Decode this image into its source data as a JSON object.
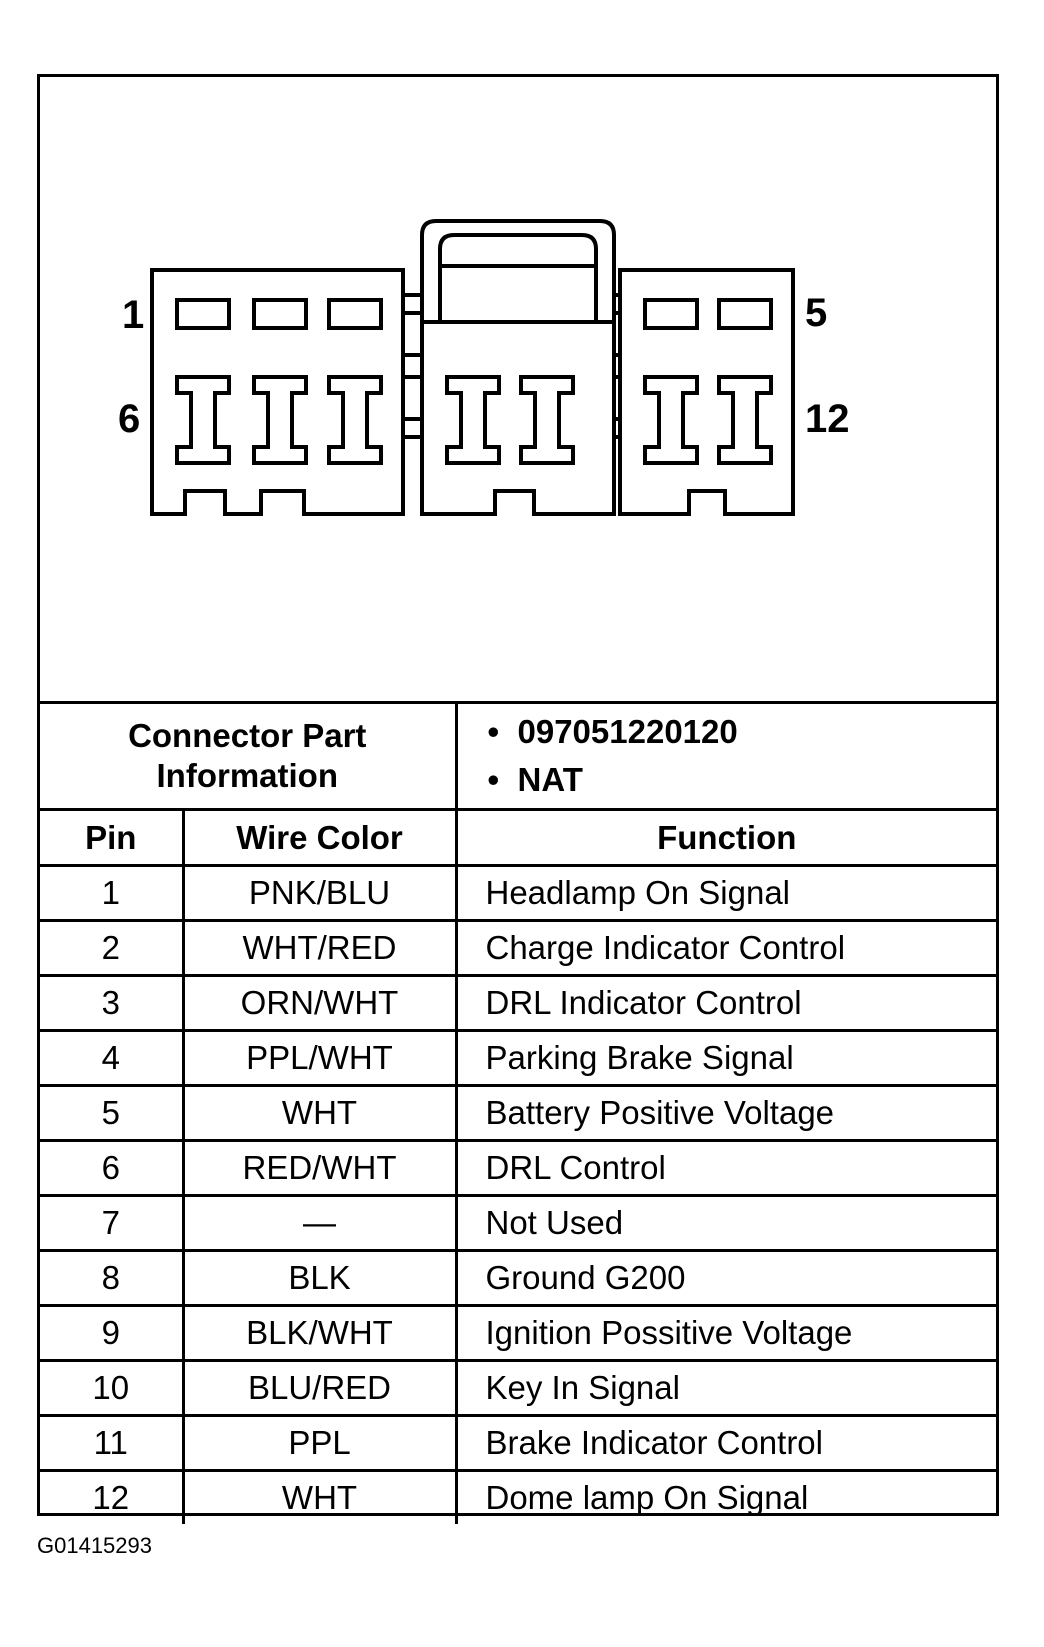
{
  "connector_labels": {
    "top_left": "1",
    "top_right": "5",
    "bottom_left": "6",
    "bottom_right": "12"
  },
  "part_info": {
    "label": "Connector Part Information",
    "label_line1": "Connector Part",
    "label_line2": "Information",
    "items": [
      "097051220120",
      "NAT"
    ]
  },
  "table": {
    "headers": {
      "pin": "Pin",
      "wire_color": "Wire Color",
      "function": "Function"
    },
    "rows": [
      {
        "pin": "1",
        "wire_color": "PNK/BLU",
        "function": "Headlamp On Signal"
      },
      {
        "pin": "2",
        "wire_color": "WHT/RED",
        "function": "Charge Indicator Control"
      },
      {
        "pin": "3",
        "wire_color": "ORN/WHT",
        "function": "DRL Indicator Control"
      },
      {
        "pin": "4",
        "wire_color": "PPL/WHT",
        "function": "Parking Brake Signal"
      },
      {
        "pin": "5",
        "wire_color": "WHT",
        "function": "Battery Positive Voltage"
      },
      {
        "pin": "6",
        "wire_color": "RED/WHT",
        "function": "DRL Control"
      },
      {
        "pin": "7",
        "wire_color": "—",
        "function": "Not Used"
      },
      {
        "pin": "8",
        "wire_color": "BLK",
        "function": "Ground G200"
      },
      {
        "pin": "9",
        "wire_color": "BLK/WHT",
        "function": "Ignition Possitive Voltage"
      },
      {
        "pin": "10",
        "wire_color": "BLU/RED",
        "function": "Key In Signal"
      },
      {
        "pin": "11",
        "wire_color": "PPL",
        "function": "Brake Indicator Control"
      },
      {
        "pin": "12",
        "wire_color": "WHT",
        "function": "Dome lamp On Signal"
      }
    ]
  },
  "figure_id": "G01415293"
}
